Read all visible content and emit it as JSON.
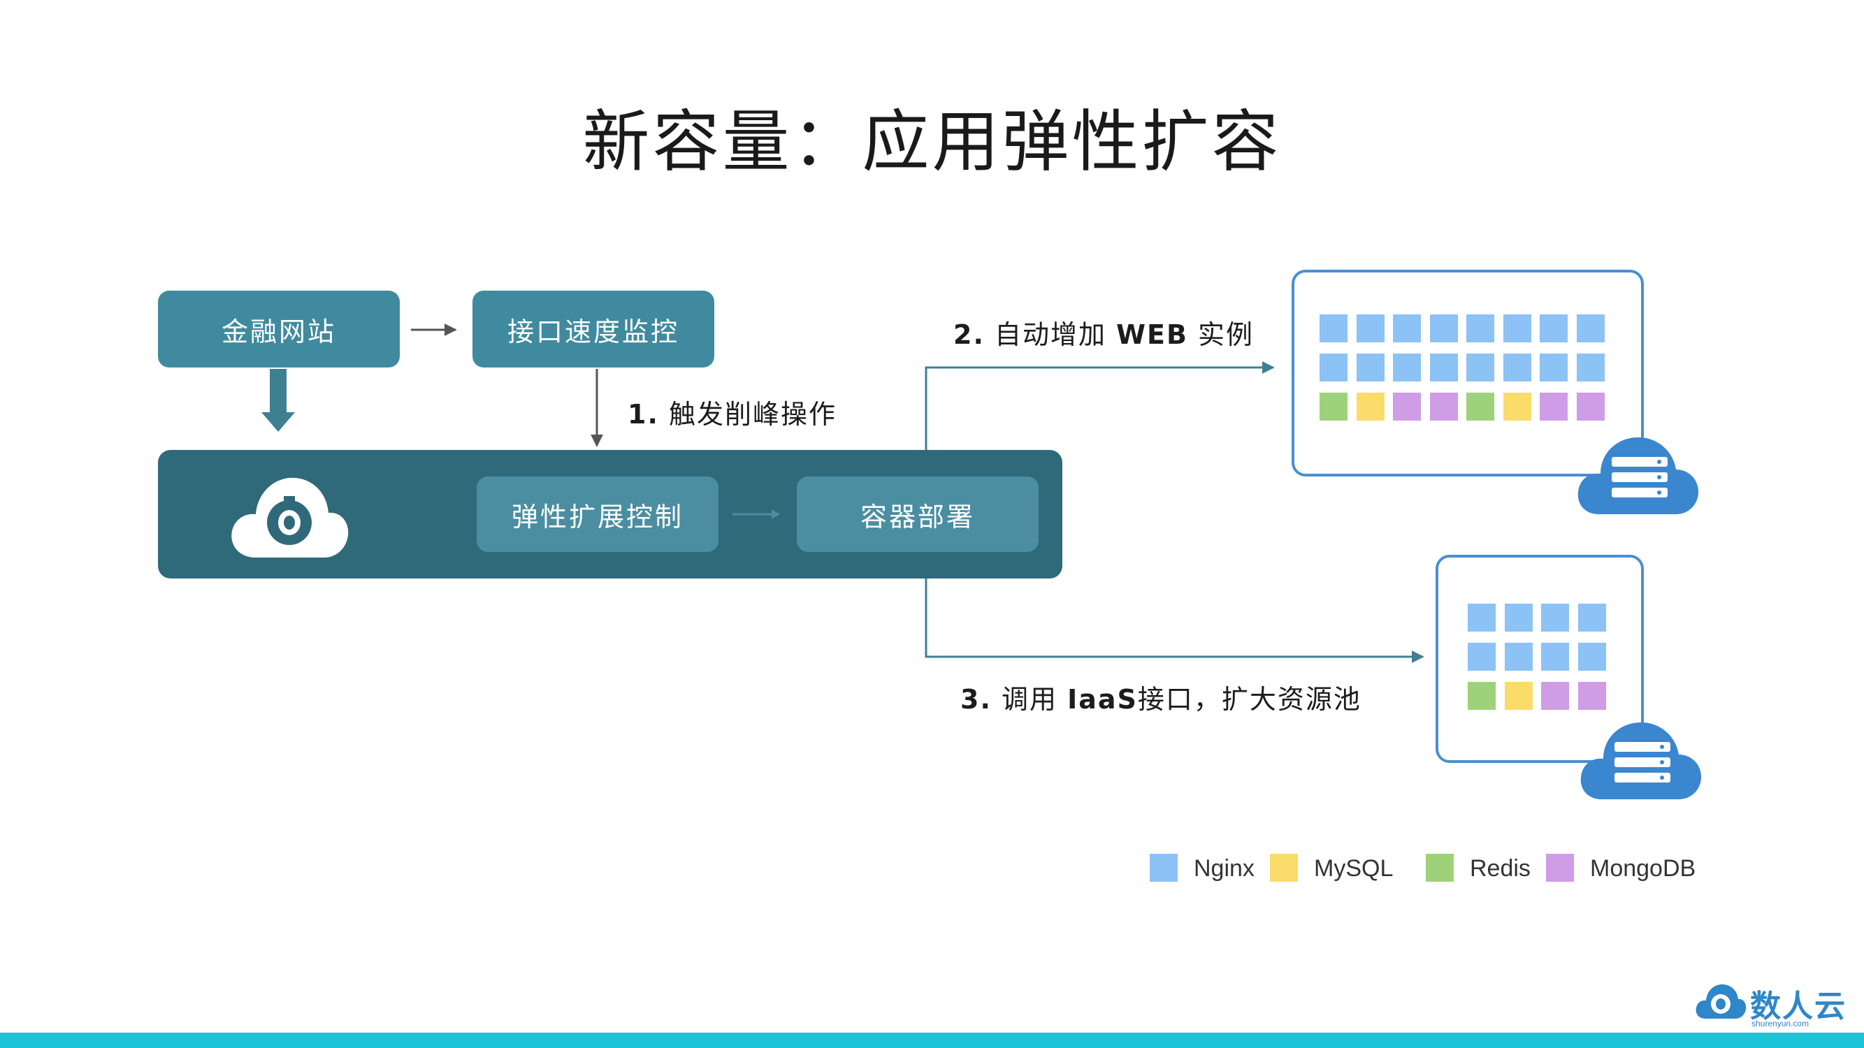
{
  "title": "新容量：应用弹性扩容",
  "nodes": {
    "finance_site": "金融网站",
    "api_monitor": "接口速度监控",
    "elastic_control": "弹性扩展控制",
    "container_deploy": "容器部署"
  },
  "steps": {
    "step1_num": "1.",
    "step1_text": "触发削峰操作",
    "step2_num": "2.",
    "step2_text": "自动增加",
    "step2_bold": "WEB",
    "step2_tail": "实例",
    "step3_num": "3.",
    "step3_text": "调用",
    "step3_bold": "IaaS",
    "step3_tail": "接口，扩大资源池"
  },
  "legend": [
    {
      "label": "Nginx",
      "color": "#8cc2f5"
    },
    {
      "label": "MySQL",
      "color": "#f9dc6a"
    },
    {
      "label": "Redis",
      "color": "#9ed27a"
    },
    {
      "label": "MongoDB",
      "color": "#cf9ce6"
    }
  ],
  "cluster_large": {
    "rows": [
      [
        "nginx",
        "nginx",
        "nginx",
        "nginx",
        "nginx",
        "nginx",
        "nginx",
        "nginx"
      ],
      [
        "nginx",
        "nginx",
        "nginx",
        "nginx",
        "nginx",
        "nginx",
        "nginx",
        "nginx"
      ],
      [
        "redis",
        "mysql",
        "mongodb",
        "mongodb",
        "redis",
        "mysql",
        "mongodb",
        "mongodb"
      ]
    ]
  },
  "cluster_small": {
    "rows": [
      [
        "nginx",
        "nginx",
        "nginx",
        "nginx"
      ],
      [
        "nginx",
        "nginx",
        "nginx",
        "nginx"
      ],
      [
        "redis",
        "mysql",
        "mongodb",
        "mongodb"
      ]
    ]
  },
  "colors": {
    "node": "#3f8a9e",
    "platform": "#2f6a7b",
    "panel_border": "#4a8fd0",
    "cloud": "#3a86cf",
    "bottom_bar": "#1bc3d6"
  },
  "icons": {
    "platform_logo": "cloud-logo-icon",
    "server_cloud": "server-cloud-icon",
    "brand_logo": "brand-cloud-icon"
  },
  "brand": {
    "name": "数人云",
    "url": "shurenyun.com"
  }
}
